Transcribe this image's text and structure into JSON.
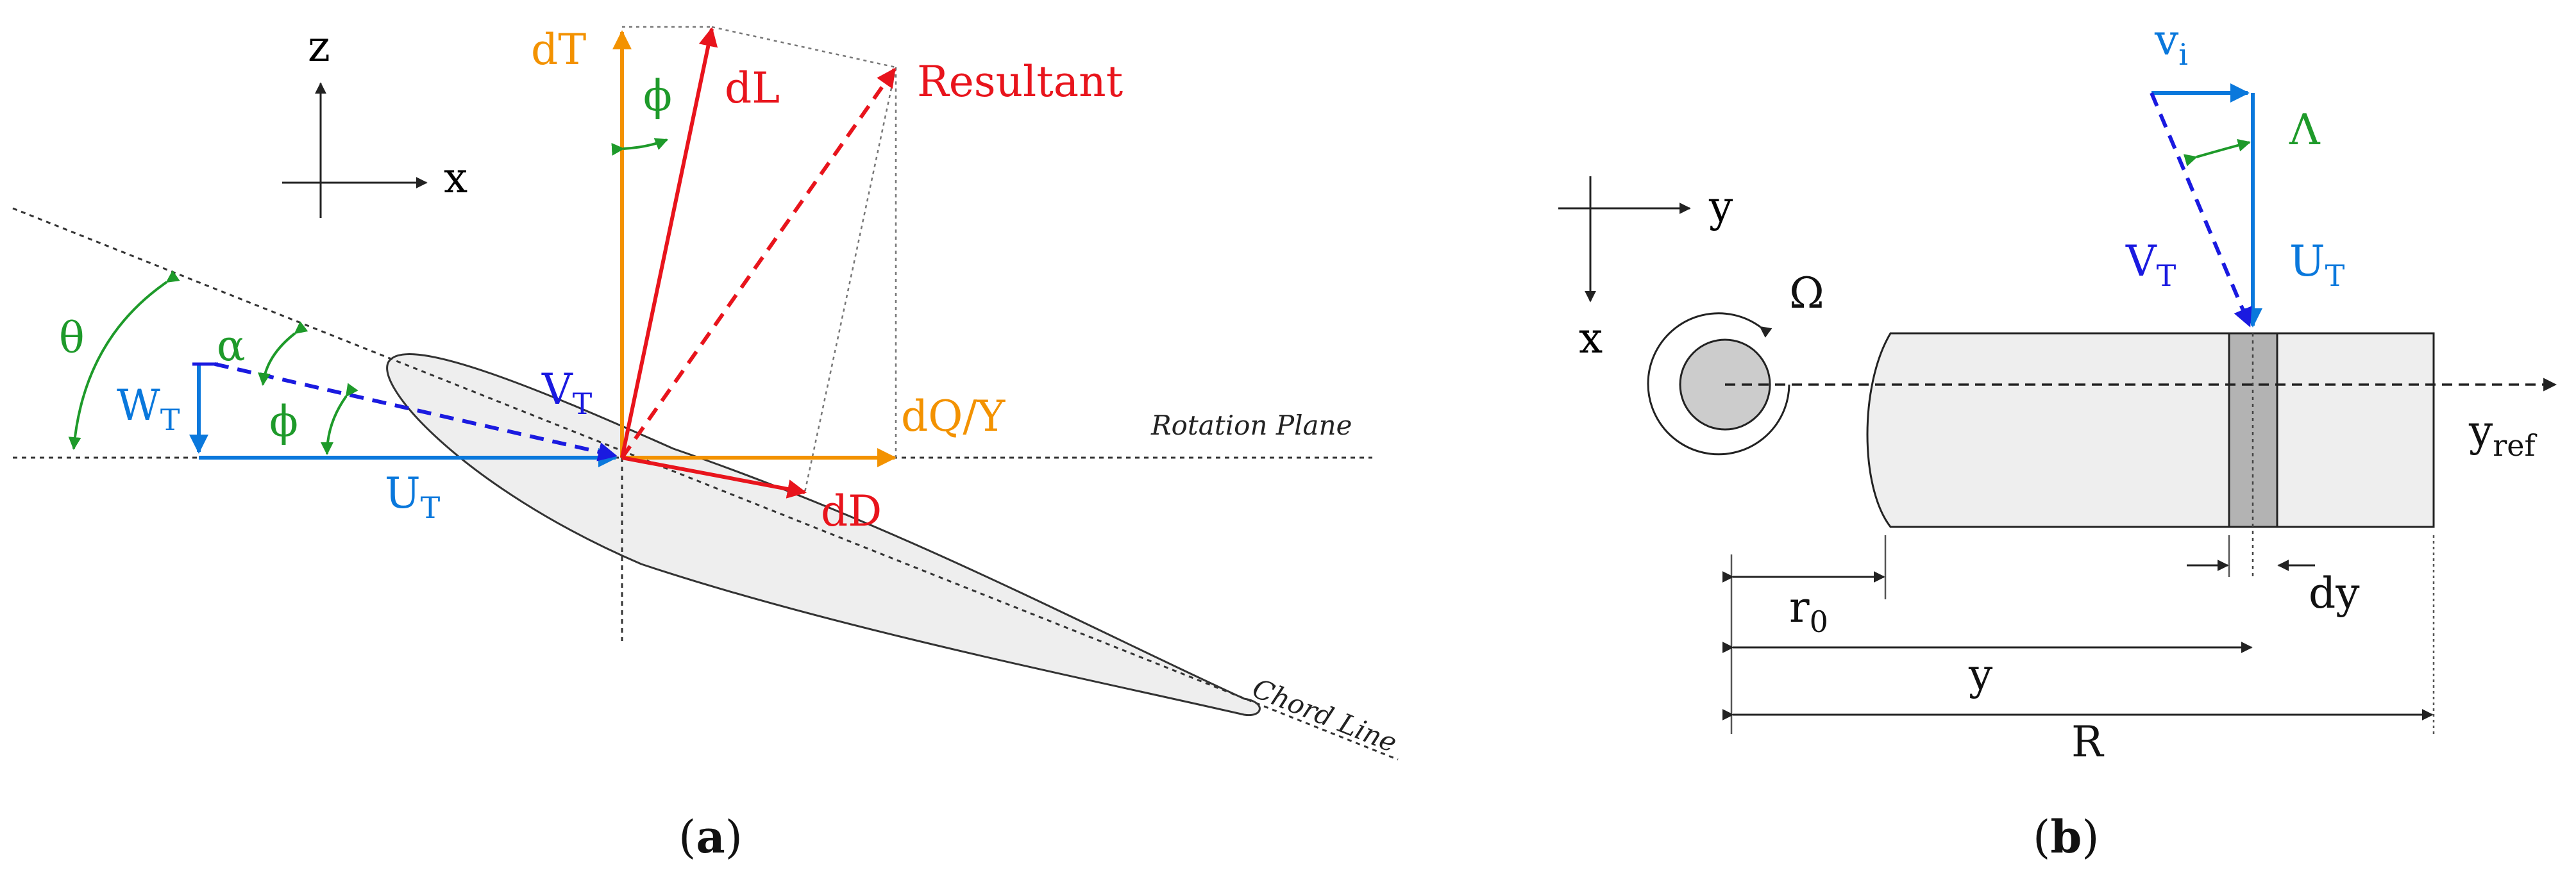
{
  "colors": {
    "orange": "#f39200",
    "red": "#e8141c",
    "blue": "#0a78dc",
    "dark_blue": "#1a1ae0",
    "green": "#1e9a2a",
    "black": "#222222",
    "blade_fill": "#eeeeee",
    "element_fill": "#b3b3b3"
  },
  "panel_a": {
    "axis_z": "z",
    "axis_x": "x",
    "dT": "dT",
    "phi_top": "ϕ",
    "dL": "dL",
    "resultant": "Resultant",
    "theta": "θ",
    "alpha": "α",
    "W": "W",
    "W_sub": "T",
    "phi_left": "ϕ",
    "V": "V",
    "V_sub": "T",
    "dQY": "dQ/Y",
    "rotation_plane": "Rotation Plane",
    "U": "U",
    "U_sub": "T",
    "dD": "dD",
    "chord_line": "Chord Line",
    "caption_open": "(",
    "caption_letter": "a",
    "caption_close": ")"
  },
  "panel_b": {
    "v": "v",
    "v_sub": "i",
    "lambda": "Λ",
    "axis_y": "y",
    "axis_x": "x",
    "omega": "Ω",
    "V": "V",
    "V_sub": "T",
    "U": "U",
    "U_sub": "T",
    "yref": "y",
    "yref_sub": "ref",
    "r": "r",
    "r_sub": "0",
    "dy": "dy",
    "y": "y",
    "R": "R",
    "caption_open": "(",
    "caption_letter": "b",
    "caption_close": ")"
  }
}
